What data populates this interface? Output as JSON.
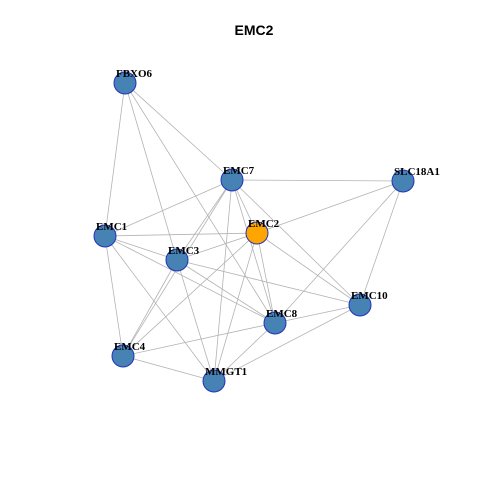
{
  "title": "EMC2",
  "colors": {
    "node_default": "#4682b4",
    "node_focus": "#ffa500",
    "node_border": "#2233bb",
    "edge": "#b3b3b3"
  },
  "nodes": [
    {
      "id": "FBXO6",
      "label": "FBXO6",
      "focus": false
    },
    {
      "id": "EMC7",
      "label": "EMC7",
      "focus": false
    },
    {
      "id": "SLC18A1",
      "label": "SLC18A1",
      "focus": false
    },
    {
      "id": "EMC1",
      "label": "EMC1",
      "focus": false
    },
    {
      "id": "EMC2",
      "label": "EMC2",
      "focus": true
    },
    {
      "id": "EMC3",
      "label": "EMC3",
      "focus": false
    },
    {
      "id": "EMC10",
      "label": "EMC10",
      "focus": false
    },
    {
      "id": "EMC8",
      "label": "EMC8",
      "focus": false
    },
    {
      "id": "EMC4",
      "label": "EMC4",
      "focus": false
    },
    {
      "id": "MMGT1",
      "label": "MMGT1",
      "focus": false
    }
  ],
  "edges": [
    [
      "FBXO6",
      "EMC1"
    ],
    [
      "FBXO6",
      "EMC3"
    ],
    [
      "FBXO6",
      "EMC7"
    ],
    [
      "FBXO6",
      "EMC8"
    ],
    [
      "EMC7",
      "EMC1"
    ],
    [
      "EMC7",
      "SLC18A1"
    ],
    [
      "EMC7",
      "EMC3"
    ],
    [
      "EMC7",
      "EMC2"
    ],
    [
      "EMC7",
      "EMC10"
    ],
    [
      "EMC7",
      "EMC8"
    ],
    [
      "EMC7",
      "EMC4"
    ],
    [
      "EMC7",
      "MMGT1"
    ],
    [
      "SLC18A1",
      "EMC2"
    ],
    [
      "SLC18A1",
      "EMC10"
    ],
    [
      "SLC18A1",
      "EMC8"
    ],
    [
      "EMC1",
      "EMC2"
    ],
    [
      "EMC1",
      "EMC3"
    ],
    [
      "EMC1",
      "EMC8"
    ],
    [
      "EMC1",
      "EMC4"
    ],
    [
      "EMC1",
      "MMGT1"
    ],
    [
      "EMC2",
      "EMC3"
    ],
    [
      "EMC2",
      "EMC10"
    ],
    [
      "EMC2",
      "EMC8"
    ],
    [
      "EMC2",
      "EMC4"
    ],
    [
      "EMC2",
      "MMGT1"
    ],
    [
      "EMC3",
      "EMC8"
    ],
    [
      "EMC3",
      "EMC4"
    ],
    [
      "EMC3",
      "MMGT1"
    ],
    [
      "EMC3",
      "EMC10"
    ],
    [
      "EMC10",
      "EMC8"
    ],
    [
      "EMC10",
      "MMGT1"
    ],
    [
      "EMC8",
      "EMC4"
    ],
    [
      "EMC8",
      "MMGT1"
    ],
    [
      "EMC4",
      "MMGT1"
    ]
  ]
}
